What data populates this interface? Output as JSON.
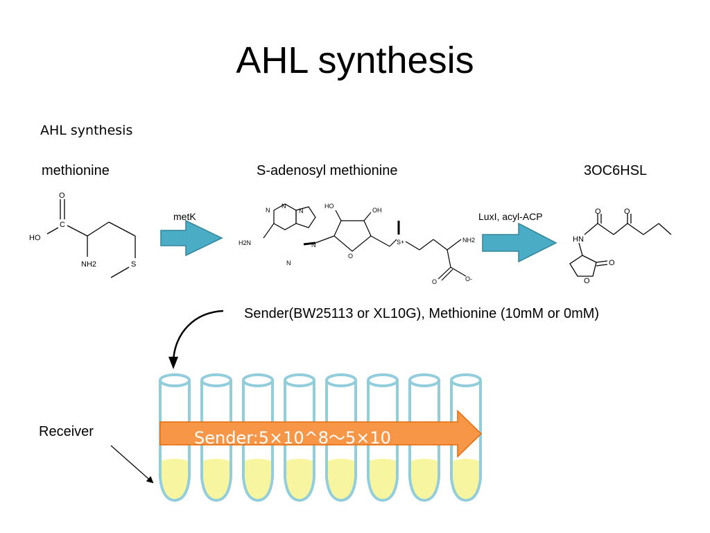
{
  "title": "AHL synthesis",
  "subtitle": "AHL synthesis",
  "compounds": {
    "methionine": "methionine",
    "sam": "S-adenosyl methionine",
    "ahl": "3OC6HSL"
  },
  "enzymes": {
    "step1": "metK",
    "step2": "LuxI, acyl-ACP"
  },
  "sender_condition": "Sender(BW25113 or XL10G), Methionine (10mM or 0mM)",
  "receiver_label": "Receiver",
  "sender_range": "Sender:5×10^8〜5×10",
  "atoms": {
    "o": "O",
    "ho": "HO",
    "c": "C",
    "nh2": "NH2",
    "s": "S",
    "n": "N",
    "h2n": "H2N",
    "oh": "OH",
    "hn": "HN",
    "s_plus": "S+",
    "o_minus": "O-"
  },
  "colors": {
    "arrow_blue": "#4bacc6",
    "arrow_orange": "#f79646",
    "tube_stroke": "#92cddc",
    "liquid": "#f8f5a0"
  },
  "tube_count": 8
}
